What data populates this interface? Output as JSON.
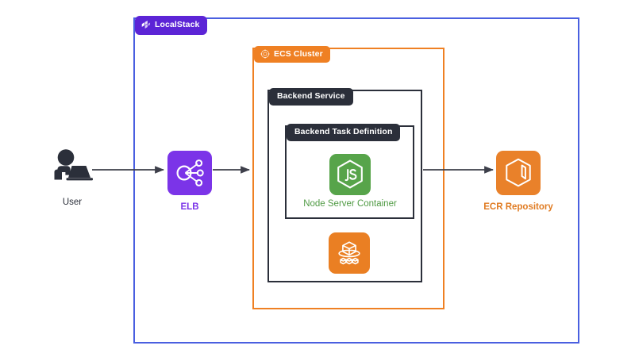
{
  "diagram": {
    "title": "LocalStack ECS architecture diagram",
    "background": "#ffffff"
  },
  "groups": [
    {
      "id": "localstack",
      "label": "LocalStack",
      "icon": "localstack-logo-icon",
      "border_color": "#4a5fe0",
      "tab_color": "#5c24d6",
      "tab_text_color": "#ffffff"
    },
    {
      "id": "ecs_cluster",
      "label": "ECS Cluster",
      "icon": "ecs-cluster-icon",
      "border_color": "#ef8023",
      "tab_color": "#ef8023",
      "tab_text_color": "#ffffff"
    },
    {
      "id": "backend_service",
      "label": "Backend Service",
      "icon": null,
      "border_color": "#2b2f3a",
      "tab_color": "#2b2f3a",
      "tab_text_color": "#ffffff"
    },
    {
      "id": "backend_task_definition",
      "label": "Backend Task Definition",
      "icon": null,
      "border_color": "#2b2f3a",
      "tab_color": "#2b2f3a",
      "tab_text_color": "#ffffff"
    }
  ],
  "nodes": [
    {
      "id": "user",
      "label": "User",
      "icon": "user-at-laptop-icon",
      "tile_color": "transparent",
      "label_color": "#2b2f3a"
    },
    {
      "id": "elb",
      "label": "ELB",
      "icon": "load-balancer-icon",
      "tile_color": "#7b34e8",
      "label_color": "#7b34e8"
    },
    {
      "id": "node_server_container",
      "label": "Node Server Container",
      "icon": "nodejs-js-hexagon-icon",
      "tile_color": "#57a44a",
      "label_color": "#4f9a43"
    },
    {
      "id": "ecs_task_icon",
      "label": "",
      "icon": "ecs-container-cube-icon",
      "tile_color": "#ea7f23",
      "label_color": "#ea7f23"
    },
    {
      "id": "ecr_repository",
      "label": "ECR Repository",
      "icon": "ecr-registry-box-icon",
      "tile_color": "#e9812a",
      "label_color": "#e07b22"
    }
  ],
  "connectors": [
    {
      "id": "user-to-elb",
      "from": "user",
      "to": "elb",
      "color": "#3d3f4a",
      "arrow": "end"
    },
    {
      "id": "elb-to-ecs-cluster",
      "from": "elb",
      "to": "ecs_cluster",
      "color": "#3d3f4a",
      "arrow": "end"
    },
    {
      "id": "backend-service-to-ecr",
      "from": "backend_service",
      "to": "ecr_repository",
      "color": "#3d3f4a",
      "arrow": "end"
    }
  ]
}
